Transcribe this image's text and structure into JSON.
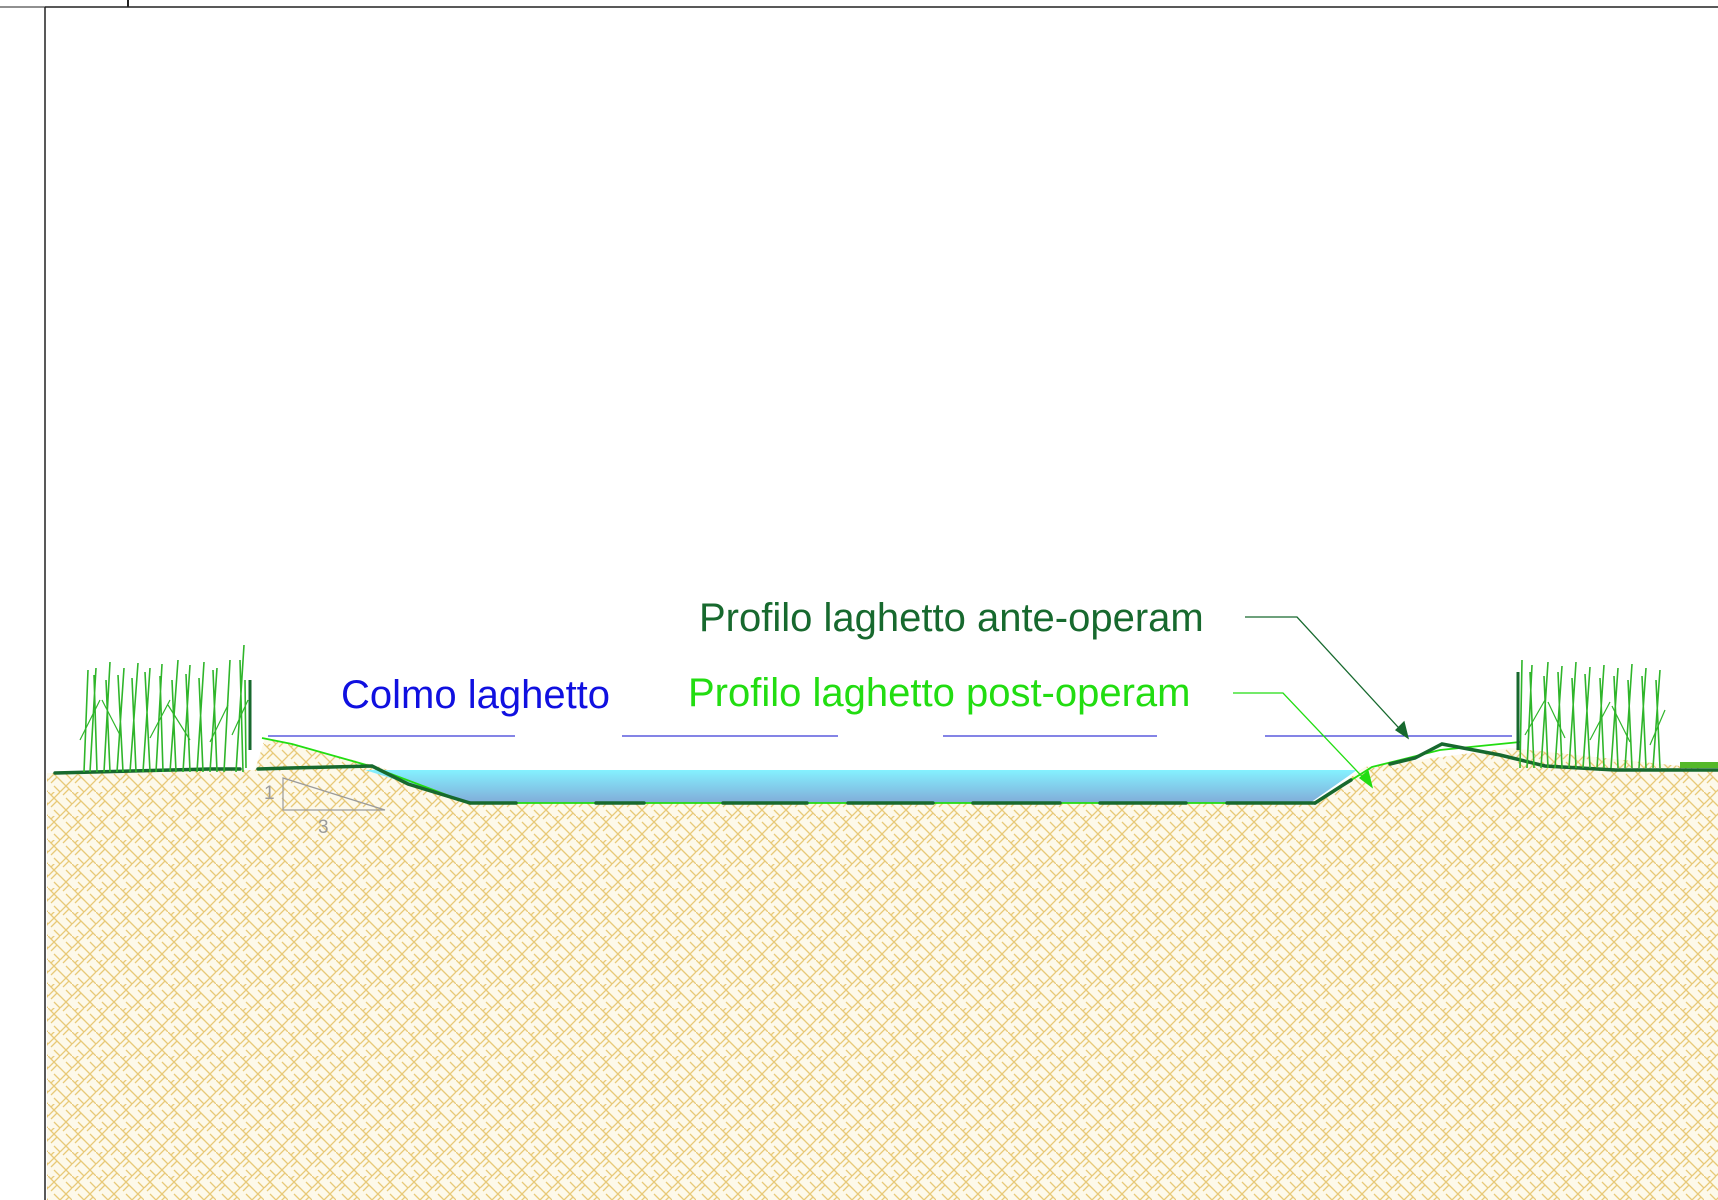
{
  "labels": {
    "colmo": "Colmo laghetto",
    "ante": "Profilo laghetto ante-operam",
    "post": "Profilo laghetto post-operam"
  },
  "slope": {
    "rise": "1",
    "run": "3"
  },
  "colors": {
    "colmo": "#1010e0",
    "ante": "#17692e",
    "post": "#22dd11",
    "water_top": "#7ef0ff",
    "water_bottom": "#7aa7d6",
    "soil_fill": "#fdf9ea",
    "soil_hatch": "#e8c978",
    "reeds": "#2fb52a"
  }
}
